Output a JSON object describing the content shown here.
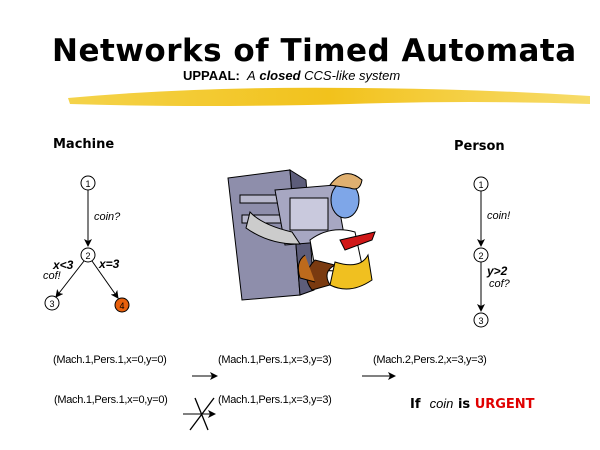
{
  "slide": {
    "title": "Networks of Timed Automata",
    "subtitle": {
      "prefix": "UPPAAL:",
      "a": "A",
      "closed": "closed",
      "rest": "CCS-like system"
    }
  },
  "machine": {
    "heading": "Machine",
    "locations": [
      "1",
      "2",
      "3",
      "4"
    ],
    "edges": {
      "coin": "coin?",
      "guard_left": "x<3",
      "sync_left": "cof!",
      "guard_right": "x=3"
    },
    "urgent_location_color": "#e8600c"
  },
  "person": {
    "heading": "Person",
    "locations": [
      "1",
      "2",
      "3"
    ],
    "edges": {
      "coin": "coin!",
      "guard": "y>2",
      "sync": "cof?"
    }
  },
  "traces": {
    "row1": [
      "(Mach.1,Pers.1,x=0,y=0)",
      "(Mach.1,Pers.1,x=3,y=3)",
      "(Mach.2,Pers.2,x=3,y=3)"
    ],
    "row2": [
      "(Mach.1,Pers.1,x=0,y=0)",
      "(Mach.1,Pers.1,x=3,y=3)"
    ]
  },
  "urgent_note": {
    "if": "If",
    "coin": "coin",
    "is": "is",
    "urgent": "URGENT"
  }
}
